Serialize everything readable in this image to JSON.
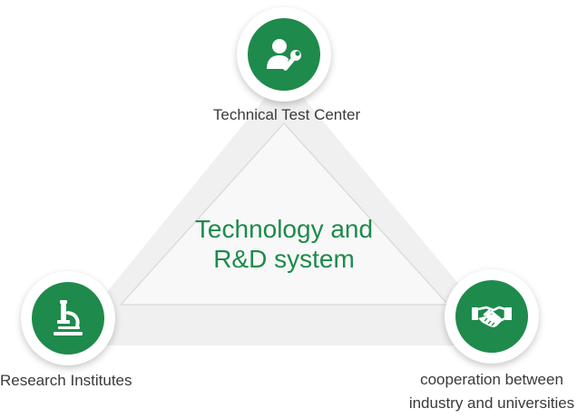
{
  "center": {
    "title_line1": "Technology and",
    "title_line2": "R&D system"
  },
  "nodes": {
    "top": {
      "label": "Technical Test Center",
      "icon": "technician-wrench-icon"
    },
    "left": {
      "label": "Research Institutes",
      "icon": "microscope-icon"
    },
    "right": {
      "label_line1": "cooperation between",
      "label_line2": "industry and universities",
      "icon": "handshake-icon"
    }
  },
  "colors": {
    "accent": "#1e8a4c",
    "band": "#f0f0f0",
    "inner_triangle": "#f8f8f8",
    "inner_stroke": "#dcdcdc",
    "label_text": "#3a3a3a"
  }
}
